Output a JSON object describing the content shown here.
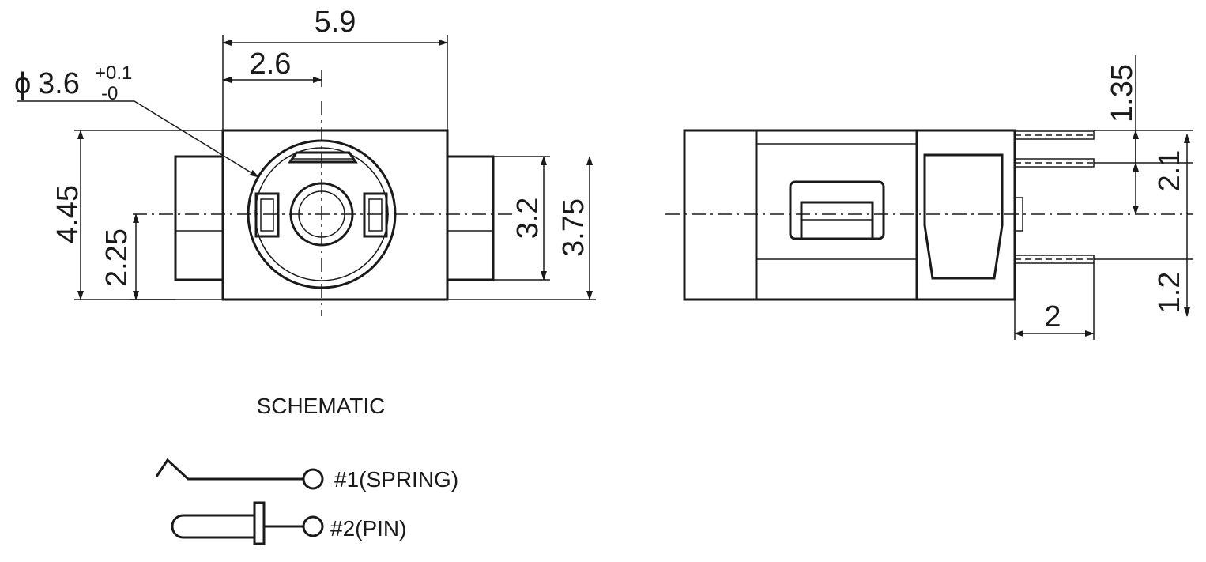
{
  "front_view": {
    "dim_overall_width": "5.9",
    "dim_center_offset": "2.6",
    "dim_hole_symbol": "ϕ",
    "dim_hole_diameter": "3.6",
    "dim_hole_tol_plus": "+0.1",
    "dim_hole_tol_minus": "-0",
    "dim_height": "4.45",
    "dim_center_height": "2.25",
    "dim_tab_height": "3.2",
    "dim_outer_height": "3.75"
  },
  "side_view": {
    "dim_top_pin": "1.35",
    "dim_pin_spacing": "2.1",
    "dim_bottom_pin": "1.2",
    "dim_pin_length": "2"
  },
  "schematic": {
    "title": "SCHEMATIC",
    "pin1_label": "#1(SPRING)",
    "pin2_label": "#2(PIN)"
  }
}
